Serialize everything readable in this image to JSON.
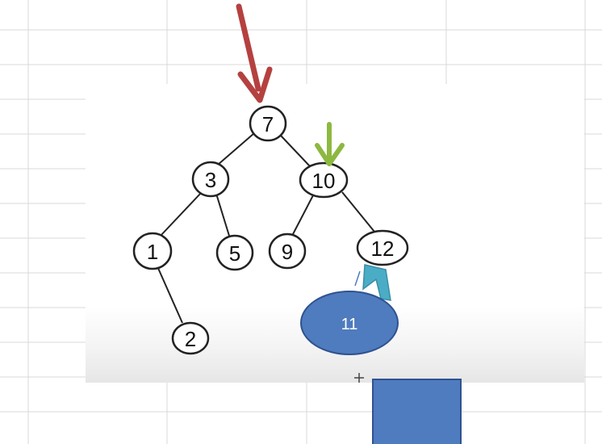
{
  "tree": {
    "nodes": [
      {
        "id": "7",
        "label": "7"
      },
      {
        "id": "3",
        "label": "3"
      },
      {
        "id": "10",
        "label": "10"
      },
      {
        "id": "1",
        "label": "1"
      },
      {
        "id": "5",
        "label": "5"
      },
      {
        "id": "9",
        "label": "9"
      },
      {
        "id": "12",
        "label": "12"
      },
      {
        "id": "2",
        "label": "2"
      }
    ]
  },
  "shape_ellipse": {
    "label": "11",
    "fill": "#4f7bbf",
    "stroke": "#2f528f"
  },
  "shape_rectangle": {
    "fill": "#4f7bbf"
  },
  "arrows": {
    "red": "#b5413f",
    "green": "#8db840",
    "teal": "#4bacc6"
  },
  "gridline_color": "#d9d9d9"
}
